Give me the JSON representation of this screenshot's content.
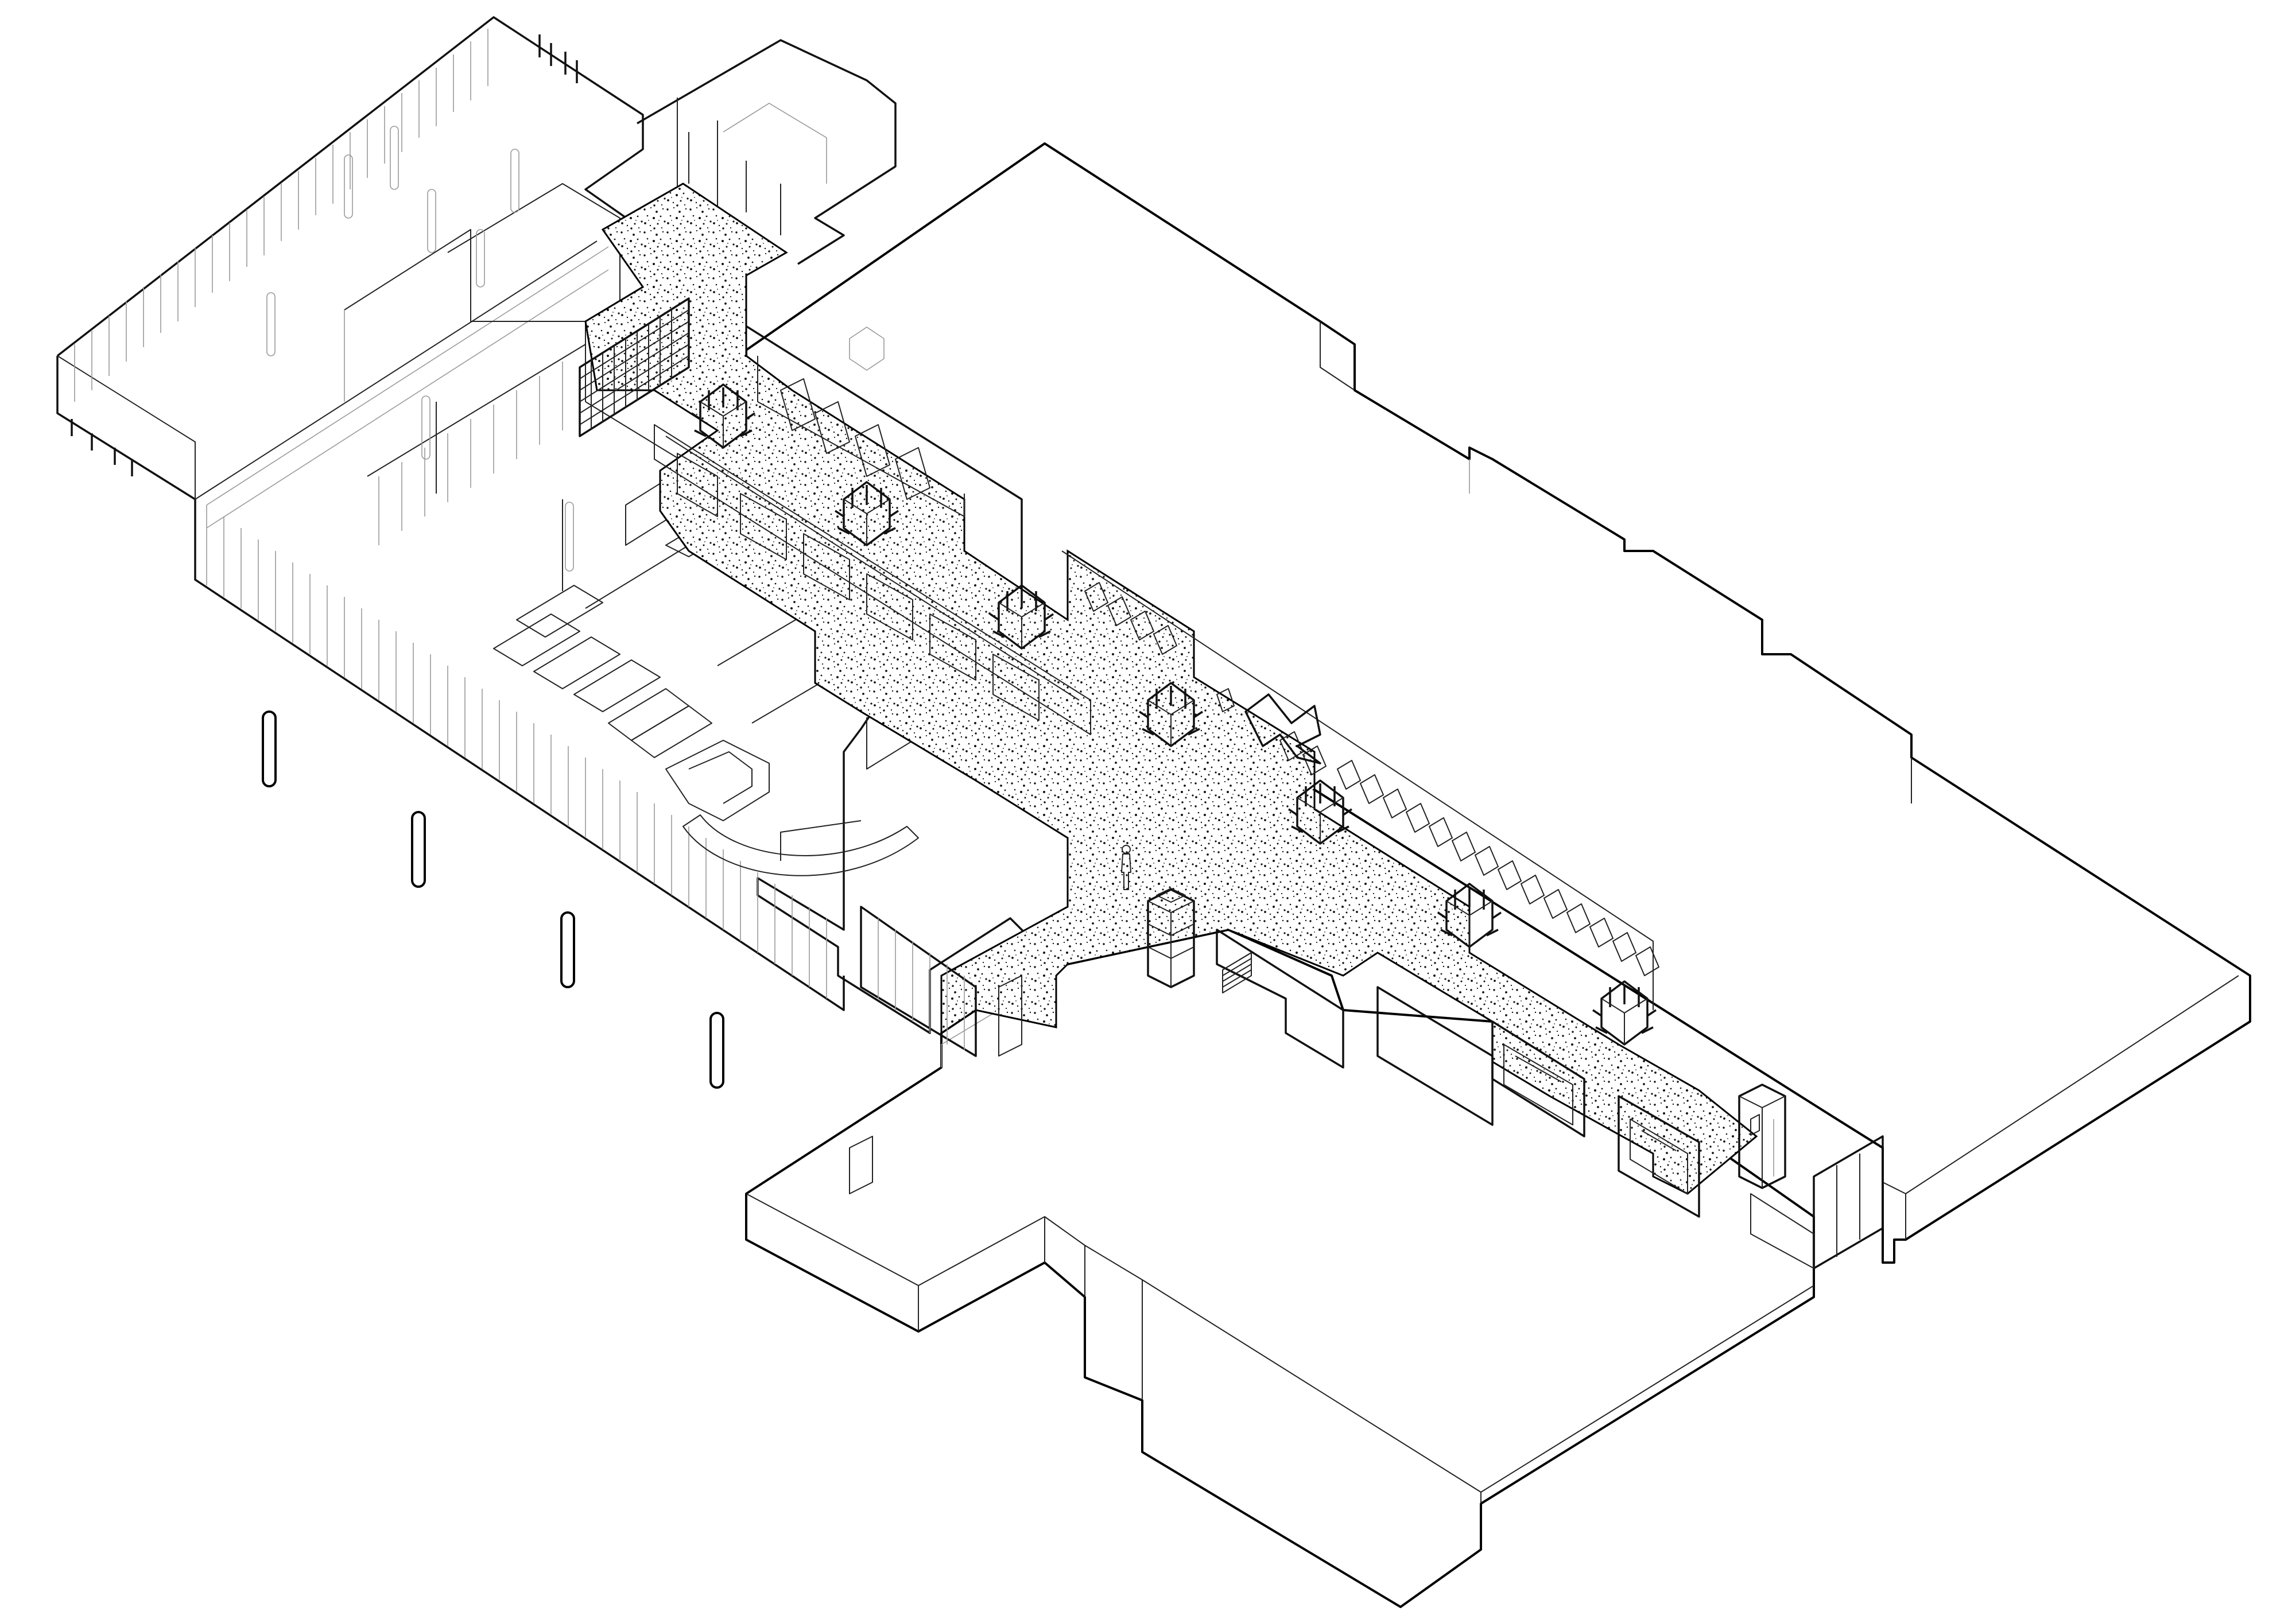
{
  "drawing": {
    "type": "axonometric-architectural-drawing",
    "labels_visible": false
  },
  "colors": {
    "background": "#ffffff",
    "linework": "#000000",
    "terrazzo_speckle": "#111111",
    "faint_line": "#9a9a9a"
  },
  "elements": {
    "pillars": 4,
    "chandeliers": 8,
    "human_figure": 1,
    "lobby_kiosk": 1,
    "display_panels_left_wall": 6,
    "display_panels_right_wall": 20
  }
}
